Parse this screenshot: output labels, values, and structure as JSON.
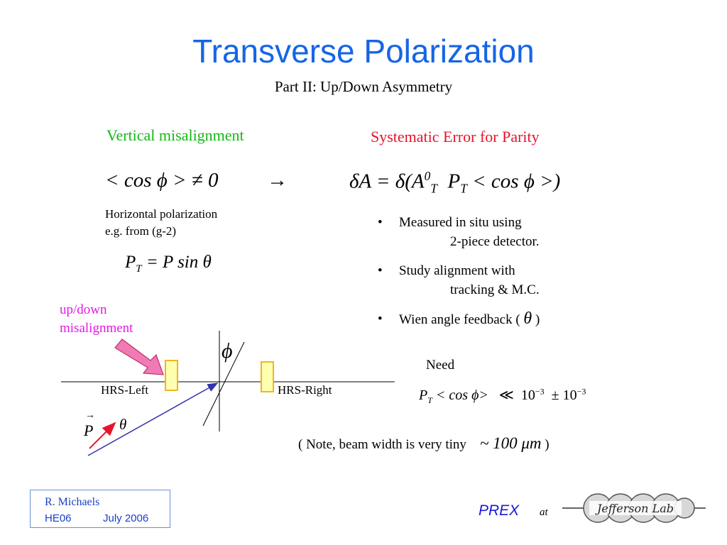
{
  "header": {
    "title": "Transverse  Polarization",
    "subtitle": "Part II:   Up/Down  Asymmetry"
  },
  "left": {
    "heading": "Vertical   misalignment",
    "equation_lhs": "< cos ϕ > ≠ 0",
    "arrow": "→",
    "note_line1": "Horizontal  polarization",
    "note_line2": "e.g.    from  (g-2)",
    "pt_equation": "P",
    "pt_sub": "T",
    "pt_rhs": "=  P sin θ"
  },
  "right": {
    "heading": "Systematic  Error   for   Parity",
    "equation": "δA = δ(A",
    "equation_sup": "0",
    "equation_sub": "T",
    "equation_tail_p": "P",
    "equation_tail_sub": "T",
    "equation_tail": "< cos ϕ >)",
    "bullets": [
      {
        "line1": "Measured  in  situ  using",
        "line2": "2-piece  detector."
      },
      {
        "line1": "Study  alignment  with",
        "line2": "tracking  &   M.C."
      },
      {
        "line1": "Wien   angle   feedback  (",
        "theta": "θ",
        "close": ")"
      }
    ],
    "bullet_marker": "•"
  },
  "need": {
    "label": "Need",
    "expr_p": "P",
    "expr_sub": "T",
    "expr": "< cos ϕ>",
    "ll": "≪",
    "ten": "10",
    "exp": "−3",
    "pm": "± 10",
    "pm_exp": "−3"
  },
  "note": {
    "text": "( Note,   beam   width    is   very  tiny",
    "value": "~ 100 μm",
    "close": ")"
  },
  "diagram": {
    "updown_line1": "up/down",
    "updown_line2": "misalignment",
    "hrs_left": "HRS-Left",
    "hrs_right": "HRS-Right",
    "phi": "ϕ",
    "theta": "θ",
    "p_vec": "P",
    "p_arrow": "→",
    "colors": {
      "beam": "#3333aa",
      "pvec": "#e8142b",
      "detector_fill": "#ffffb0",
      "detector_border": "#f2b522",
      "arrow_fill": "#f07ab4"
    }
  },
  "footer": {
    "name": "R.  Michaels",
    "conf": "HE06",
    "date": "July  2006",
    "prex": "PREX",
    "at": "at",
    "lab_logo_text": "Jefferson Lab"
  }
}
